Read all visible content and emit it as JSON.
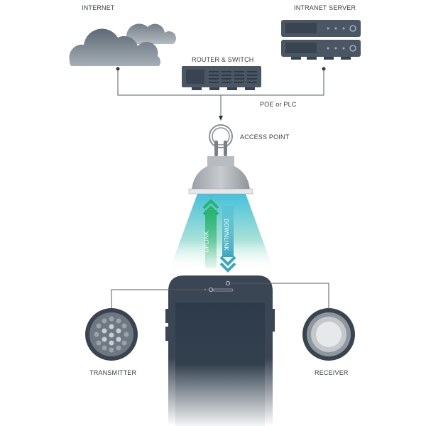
{
  "labels": {
    "internet": "INTERNET",
    "intranet_server": "INTRANET SERVER",
    "router_switch": "ROUTER & SWITCH",
    "poe_plc": "POE or PLC",
    "access_point": "ACCESS POINT",
    "uplink": "UPLINK",
    "downlink": "DOWNLINK",
    "transmitter": "TRANSMITTER",
    "receiver": "RECEIVER"
  },
  "colors": {
    "device_dark": "#4a5664",
    "cloud": "#6e7a86",
    "beam_top": "#4cc3dc",
    "uplink_green": "#2ab36b",
    "downlink_teal": "#3ab0c8",
    "phone": "#3a4654",
    "line": "#555c63"
  }
}
